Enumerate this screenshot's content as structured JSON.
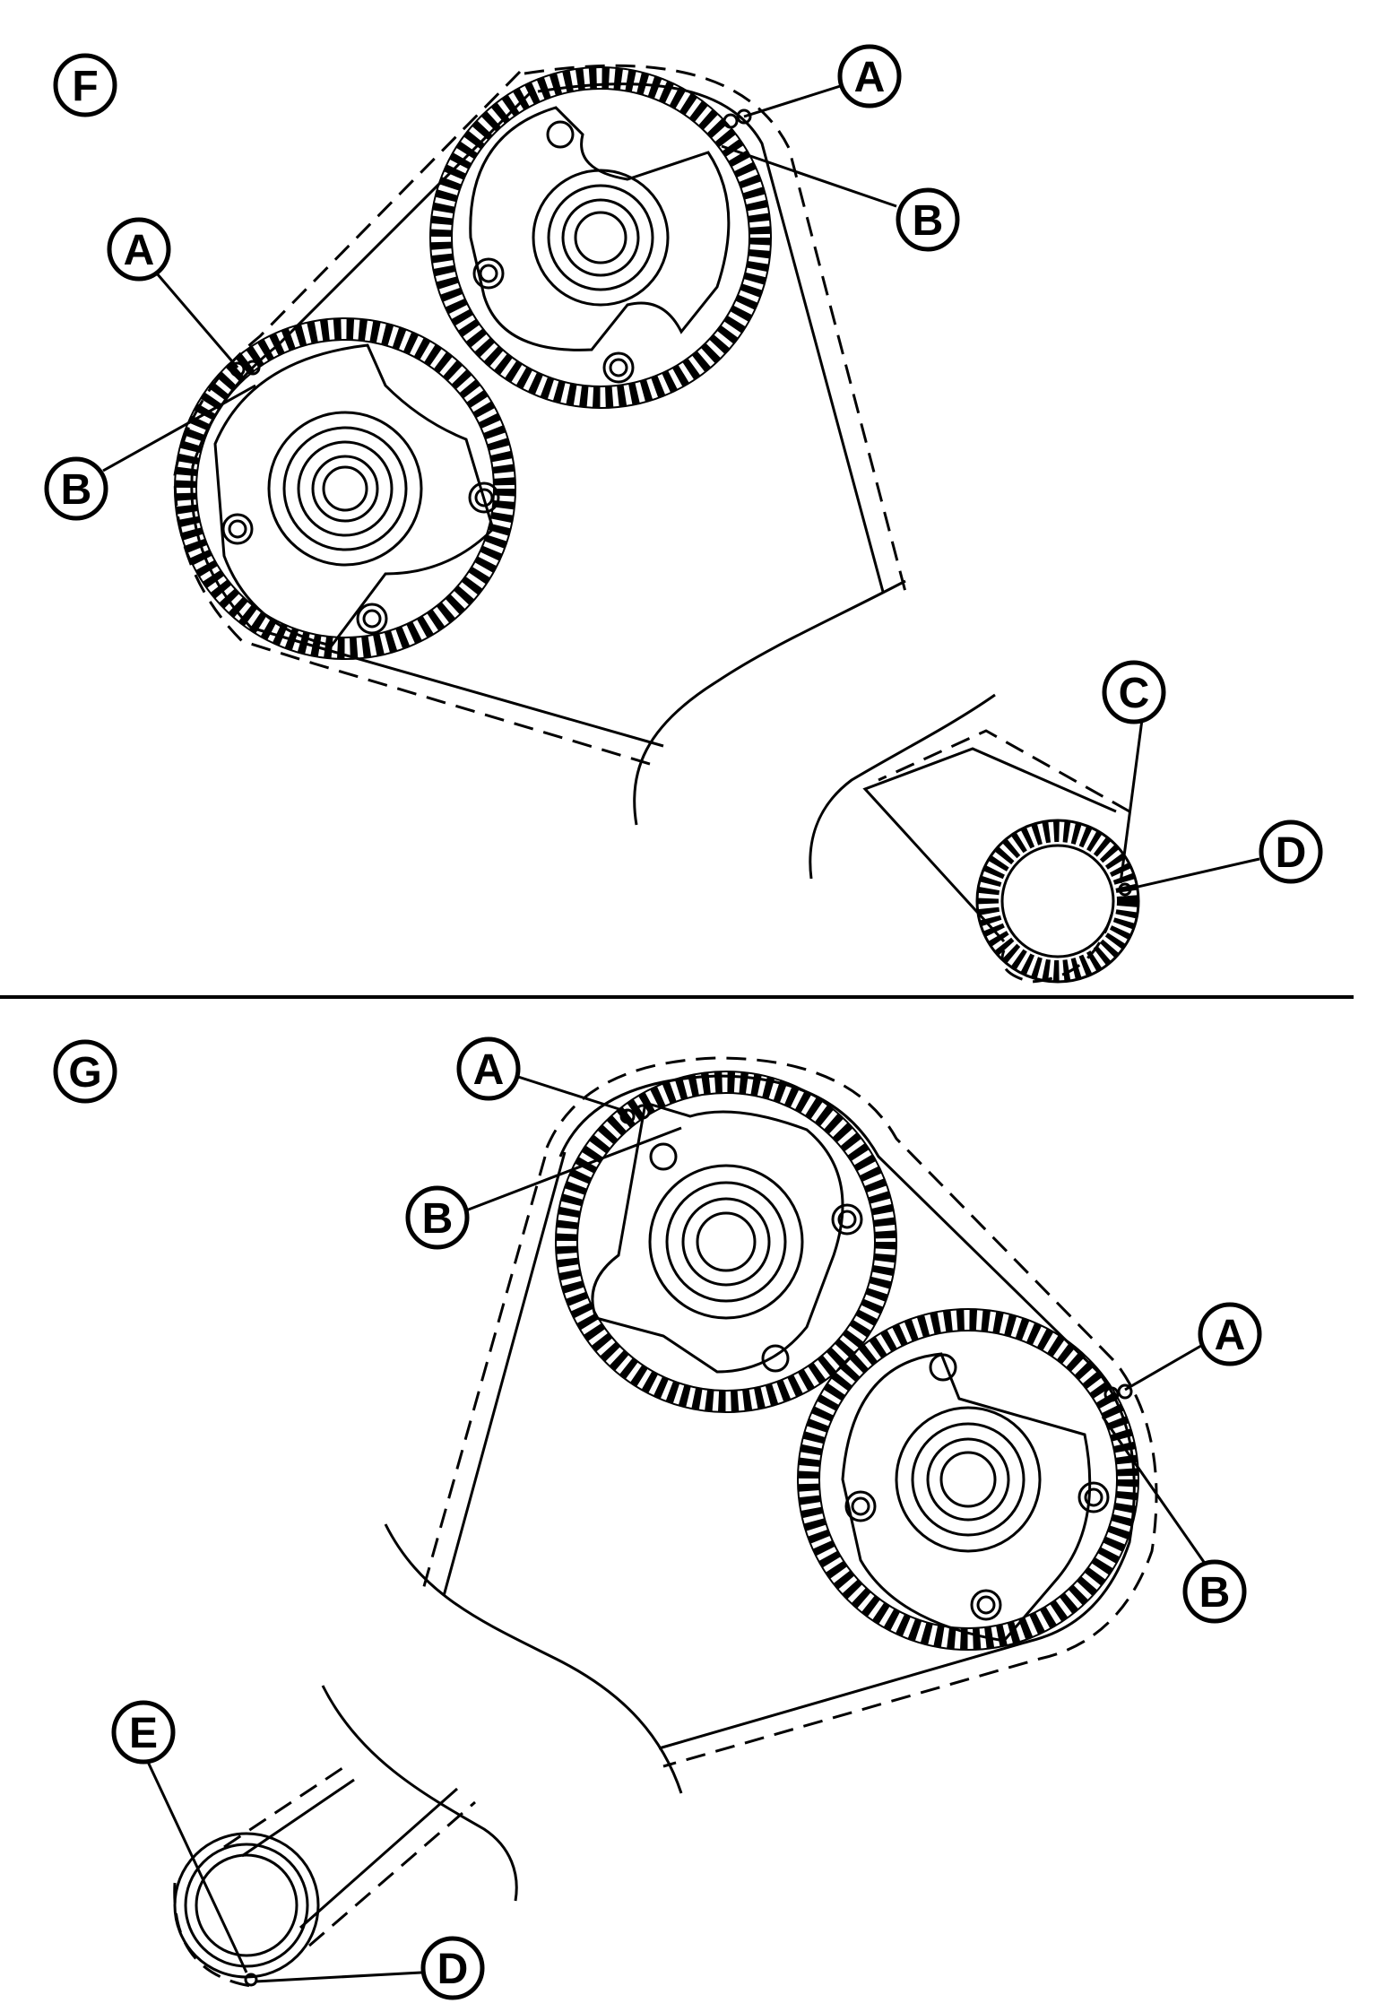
{
  "stroke_color": "#000000",
  "background_color": "#ffffff",
  "panels": [
    {
      "id": "F",
      "letter": "F"
    },
    {
      "id": "G",
      "letter": "G"
    }
  ],
  "labels": {
    "F": {
      "A1": "A",
      "A2": "A",
      "B1": "B",
      "B2": "B",
      "C": "C",
      "D": "D"
    },
    "G": {
      "A1": "A",
      "A2": "A",
      "B1": "B",
      "B2": "B",
      "D": "D",
      "E": "E"
    }
  }
}
